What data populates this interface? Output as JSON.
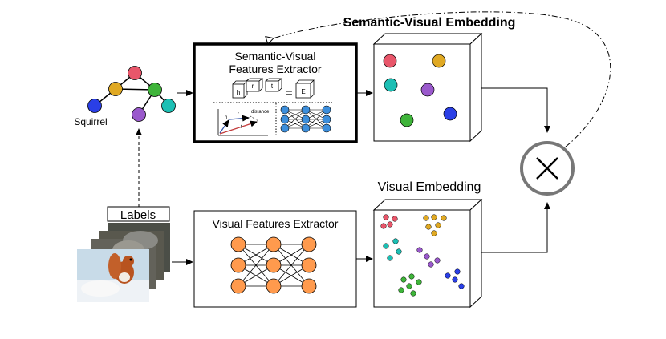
{
  "titles": {
    "semantic_visual_embedding": "Semantic-Visual Embedding",
    "visual_embedding": "Visual Embedding"
  },
  "extractors": {
    "sv_line1": "Semantic-Visual",
    "sv_line2": "Features Extractor",
    "visual": "Visual Features Extractor"
  },
  "knowledge_graph": {
    "node_label": "Squirrel"
  },
  "labels_box": "Labels",
  "kg_embedding": {
    "h": "h",
    "r": "r",
    "t": "t",
    "equals": "=",
    "E": "E",
    "plot_h": "h",
    "plot_r": "r",
    "plot_t": "t",
    "distance": "distance"
  },
  "colors": {
    "red": "#e8566a",
    "yellow": "#e0a923",
    "teal": "#1cbfb4",
    "purple": "#9a59cc",
    "blue": "#2a3fe6",
    "green": "#3fb43a",
    "orange": "#ff9a4d",
    "nn_blue": "#3d8fdc"
  }
}
